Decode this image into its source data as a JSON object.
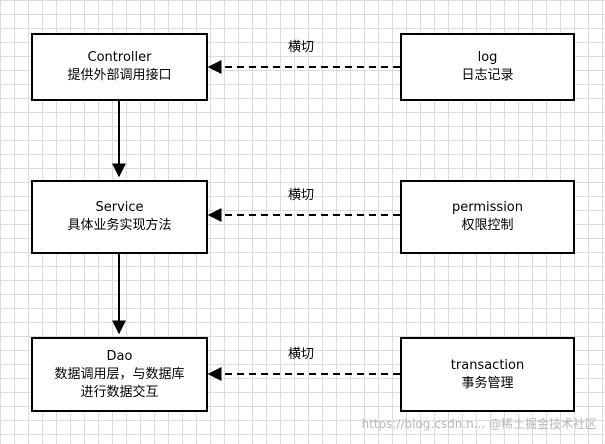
{
  "nodes": {
    "controller": {
      "line1": "Controller",
      "line2": "提供外部调用接口"
    },
    "service": {
      "line1": "Service",
      "line2": "具体业务实现方法"
    },
    "dao": {
      "line1": "Dao",
      "line2": "数据调用层，与数据库",
      "line3": "进行数据交互"
    },
    "log": {
      "line1": "log",
      "line2": "日志记录"
    },
    "permission": {
      "line1": "permission",
      "line2": "权限控制"
    },
    "transaction": {
      "line1": "transaction",
      "line2": "事务管理"
    }
  },
  "edges": {
    "log_to_controller": "横切",
    "permission_to_service": "横切",
    "transaction_to_dao": "横切"
  },
  "watermark": "https://blog.csdn.n... @稀土掘金技术社区"
}
